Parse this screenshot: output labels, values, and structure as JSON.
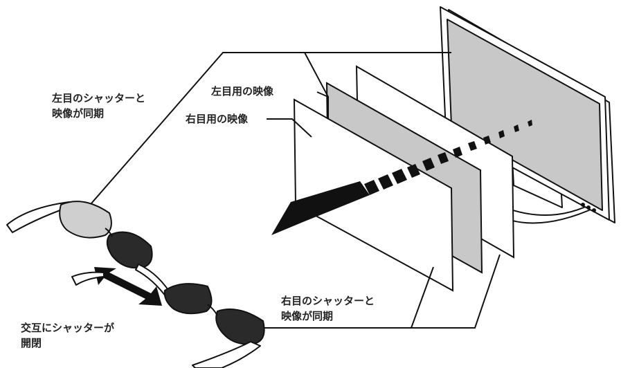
{
  "diagram": {
    "labels": {
      "left_shutter_line1": "左目のシャッターと",
      "left_shutter_line2": "映像が同期",
      "left_image": "左目用の映像",
      "right_image": "右目用の映像",
      "right_shutter_line1": "右目のシャッターと",
      "right_shutter_line2": "映像が同期",
      "alternate_line1": "交互にシャッターが",
      "alternate_line2": "開閉"
    },
    "colors": {
      "line": "#111111",
      "screen_gray": "#c8c8c8",
      "left_image_panel": "#c8c8c8",
      "right_image_panel": "#ffffff",
      "lens_dark": "#2a2a2a",
      "lens_gray": "#cfcfcf"
    },
    "icons": [
      "monitor-icon",
      "glasses-left-shutter-icon",
      "glasses-right-shutter-icon",
      "double-arrow-icon",
      "projection-arrow-icon"
    ]
  }
}
